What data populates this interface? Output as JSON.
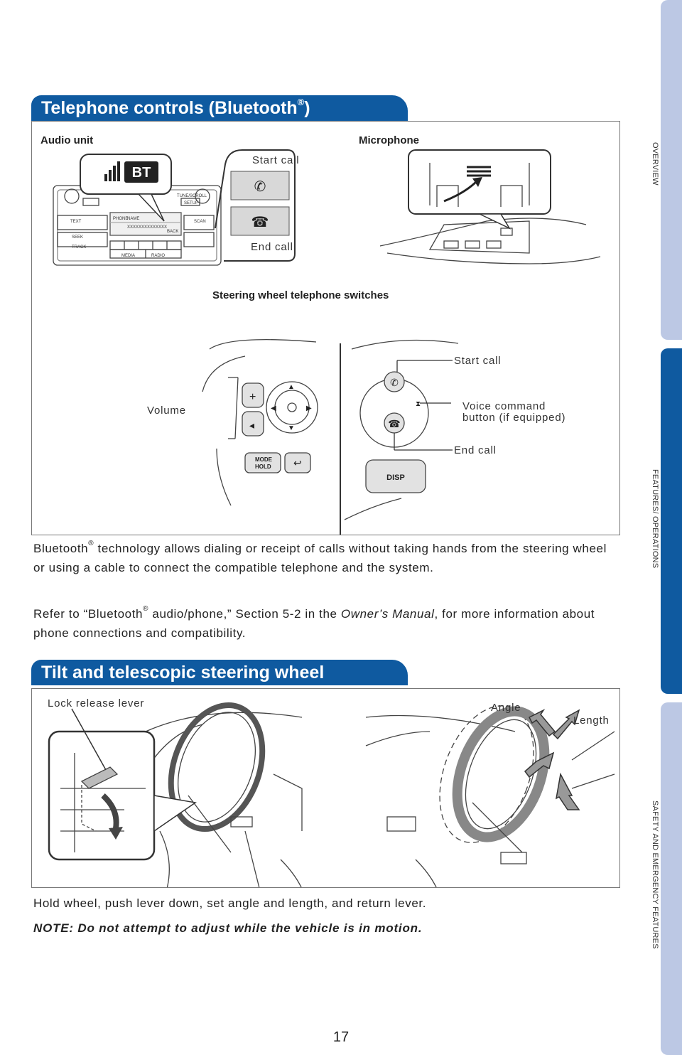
{
  "side_tabs": {
    "overview": "OVERVIEW",
    "features": "FEATURES/ OPERATIONS",
    "safety": "SAFETY AND EMERGENCY FEATURES"
  },
  "section1": {
    "title": "Telephone controls (Bluetooth",
    "reg": "®",
    "title_end": ")",
    "labels": {
      "audio_unit": "Audio unit",
      "microphone": "Microphone",
      "start_call_top": "Start call",
      "end_call_top": "End call",
      "steering_switches": "Steering wheel telephone switches",
      "start_call": "Start call",
      "voice_command_1": "Voice command",
      "voice_command_2": "button (if equipped)",
      "end_call": "End call",
      "volume": "Volume"
    },
    "audio_texts": {
      "text": "TEXT",
      "scan": "SCAN",
      "seek": "SEEK",
      "track": "TRACK",
      "media": "MEDIA",
      "radio": "RADIO",
      "tune": "TUNE/SCROLL",
      "setup": "SETUP",
      "phone": "PHONE",
      "name": "NAME",
      "digits": "XXXXXXXXXXXXXX",
      "back": "BACK"
    },
    "wheel_texts": {
      "mode": "MODE",
      "hold": "HOLD",
      "disp": "DISP"
    },
    "para1_a": "Bluetooth",
    "para1_reg": "®",
    "para1_b": " technology allows dialing or receipt of calls without taking hands from the steering wheel or using a cable to connect the compatible telephone and the system.",
    "para2_a": "Refer to “Bluetooth",
    "para2_reg": "®",
    "para2_b": " audio/phone,” Section 5-2 in the ",
    "para2_italic": "Owner’s Manual",
    "para2_c": ", for more information about phone connections and compatibility."
  },
  "section2": {
    "title": "Tilt and telescopic steering wheel",
    "labels": {
      "lock_release": "Lock release lever",
      "angle": "Angle",
      "length": "Length"
    },
    "para": "Hold wheel, push lever down, set angle and length, and return lever.",
    "note": "NOTE: Do not attempt to adjust while the vehicle is in motion."
  },
  "page_number": "17",
  "colors": {
    "brand_blue": "#0f5aa0",
    "tab_light": "#bcc8e4"
  }
}
